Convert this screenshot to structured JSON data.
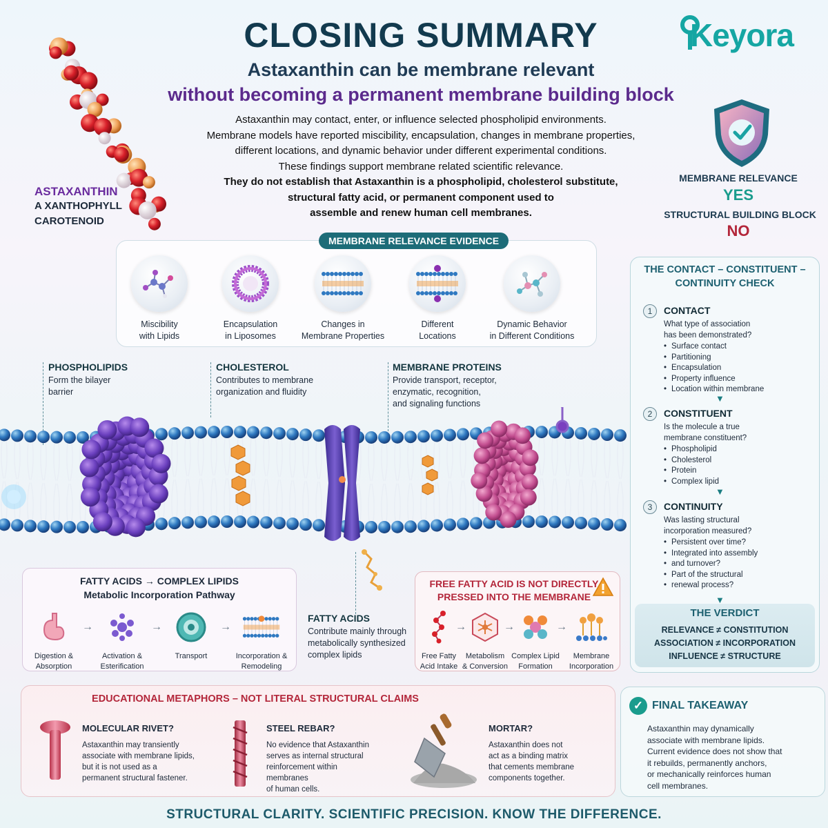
{
  "header": {
    "title": "CLOSING SUMMARY",
    "subtitle_line1": "Astaxanthin can be membrane relevant",
    "subtitle_line2": "without becoming a permanent membrane building block",
    "intro_lines": [
      "Astaxanthin may contact, enter, or influence selected phospholipid environments.",
      "Membrane models have reported miscibility, encapsulation, changes in membrane properties,",
      "different locations, and dynamic behavior under different experimental conditions.",
      "These findings support membrane related scientific relevance."
    ],
    "intro_strong_lines": [
      "They do not establish that Astaxanthin is a phospholipid, cholesterol substitute,",
      "structural fatty acid, or permanent component used to",
      "assemble and renew human cell membranes."
    ]
  },
  "logo": {
    "text": "Keyora",
    "color": "#15a6a3"
  },
  "molecule": {
    "name": "ASTAXANTHIN",
    "class_line1": "A XANTHOPHYLL",
    "class_line2": "CAROTENOID"
  },
  "verdict_summary": {
    "relevance_label": "MEMBRANE RELEVANCE",
    "relevance_value": "YES",
    "building_block_label": "STRUCTURAL BUILDING BLOCK",
    "building_block_value": "NO",
    "icon": "shield-check-icon"
  },
  "evidence": {
    "heading": "MEMBRANE RELEVANCE EVIDENCE",
    "items": [
      {
        "line1": "Miscibility",
        "line2": "with Lipids",
        "icon": "molecule-icon"
      },
      {
        "line1": "Encapsulation",
        "line2": "in Liposomes",
        "icon": "liposome-icon"
      },
      {
        "line1": "Changes in",
        "line2": "Membrane Properties",
        "icon": "bilayer-icon"
      },
      {
        "line1": "Different",
        "line2": "Locations",
        "icon": "location-bilayer-icon"
      },
      {
        "line1": "Dynamic Behavior",
        "line2": "in Different Conditions",
        "icon": "dynamic-molecule-icon"
      }
    ]
  },
  "membrane_labels": {
    "phospholipids": {
      "title": "PHOSPHOLIPIDS",
      "line1": "Form the bilayer",
      "line2": "barrier"
    },
    "cholesterol": {
      "title": "CHOLESTEROL",
      "line1": "Contributes to membrane",
      "line2": "organization and fluidity"
    },
    "proteins": {
      "title": "MEMBRANE PROTEINS",
      "line1": "Provide transport, receptor,",
      "line2": "enzymatic, recognition,",
      "line3": "and signaling functions"
    },
    "fatty_acids": {
      "title": "FATTY ACIDS",
      "line1": "Contribute mainly through",
      "line2": "metabolically synthesized",
      "line3": "complex lipids"
    }
  },
  "fatty_acid_pathway": {
    "title": "FATTY ACIDS → COMPLEX LIPIDS",
    "subtitle": "Metabolic Incorporation Pathway",
    "steps": [
      {
        "line1": "Digestion &",
        "line2": "Absorption",
        "icon": "stomach-icon"
      },
      {
        "line1": "Activation &",
        "line2": "Esterification",
        "icon": "cluster-icon"
      },
      {
        "line1": "Transport",
        "line2": "",
        "icon": "lipoprotein-icon"
      },
      {
        "line1": "Incorporation &",
        "line2": "Remodeling",
        "icon": "bilayer-icon"
      }
    ]
  },
  "free_fatty_acid": {
    "title_line1": "FREE FATTY ACID IS NOT DIRECTLY",
    "title_line2": "PRESSED INTO THE MEMBRANE",
    "steps": [
      {
        "line1": "Free Fatty",
        "line2": "Acid Intake",
        "icon": "fatty-acid-chain-icon"
      },
      {
        "line1": "Metabolism",
        "line2": "& Conversion",
        "icon": "hexagon-conversion-icon"
      },
      {
        "line1": "Complex Lipid",
        "line2": "Formation",
        "icon": "complex-lipid-icon"
      },
      {
        "line1": "Membrane",
        "line2": "Incorporation",
        "icon": "membrane-lipid-icon"
      }
    ]
  },
  "check": {
    "title_line1": "THE CONTACT – CONSTITUENT –",
    "title_line2": "CONTINUITY CHECK",
    "steps": [
      {
        "num": "1",
        "title": "CONTACT",
        "question_line1": "What type of association",
        "question_line2": "has been demonstrated?",
        "bullets": [
          "Surface contact",
          "Partitioning",
          "Encapsulation",
          "Property influence",
          "Location within membrane"
        ]
      },
      {
        "num": "2",
        "title": "CONSTITUENT",
        "question_line1": "Is the molecule a true",
        "question_line2": "membrane constituent?",
        "bullets": [
          "Phospholipid",
          "Cholesterol",
          "Protein",
          "Complex lipid"
        ]
      },
      {
        "num": "3",
        "title": "CONTINUITY",
        "question_line1": "Was lasting structural",
        "question_line2": "incorporation measured?",
        "bullets": [
          "Persistent over time?",
          "Integrated into assembly",
          "and turnover?",
          "Part of the structural",
          "renewal process?"
        ]
      }
    ],
    "verdict_title": "THE VERDICT",
    "verdict_lines": [
      "RELEVANCE ≠ CONSTITUTION",
      "ASSOCIATION ≠ INCORPORATION",
      "INFLUENCE ≠ STRUCTURE"
    ]
  },
  "metaphors": {
    "title": "EDUCATIONAL METAPHORS – NOT LITERAL STRUCTURAL CLAIMS",
    "items": [
      {
        "title": "MOLECULAR RIVET?",
        "lines": [
          "Astaxanthin may transiently",
          "associate with membrane lipids,",
          "but it is not used as a",
          "permanent structural fastener."
        ],
        "icon": "rivet-icon"
      },
      {
        "title": "STEEL REBAR?",
        "lines": [
          "No evidence that Astaxanthin",
          "serves as internal structural",
          "reinforcement within membranes",
          "of human cells."
        ],
        "icon": "rebar-icon"
      },
      {
        "title": "MORTAR?",
        "lines": [
          "Astaxanthin does not",
          "act as a binding matrix",
          "that cements membrane",
          "components together."
        ],
        "icon": "trowel-icon"
      }
    ]
  },
  "takeaway": {
    "title": "FINAL TAKEAWAY",
    "lines": [
      "Astaxanthin may dynamically",
      "associate with membrane lipids.",
      "Current evidence does not show that",
      "it rebuilds, permanently anchors,",
      "or mechanically reinforces human",
      "cell membranes."
    ]
  },
  "footer": {
    "text": "STRUCTURAL CLARITY. SCIENTIFIC PRECISION. KNOW THE DIFFERENCE."
  },
  "colors": {
    "accent_teal": "#1a9c8d",
    "accent_red": "#b3263a",
    "accent_purple": "#5b2a8c",
    "navy": "#123a4e"
  }
}
